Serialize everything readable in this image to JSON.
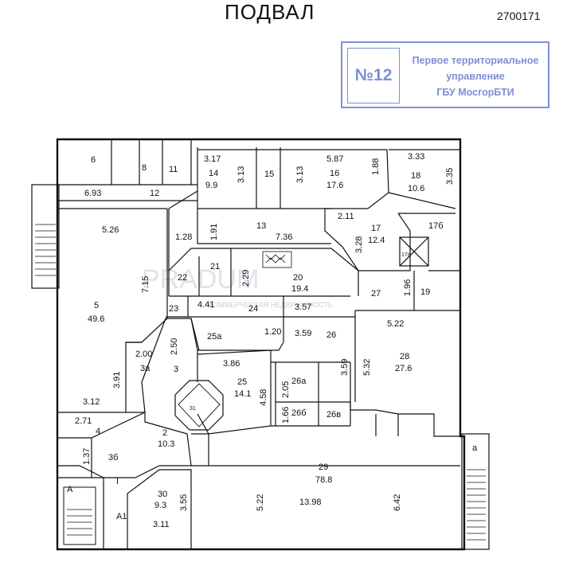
{
  "header": {
    "title": "ПОДВАЛ",
    "code": "2700171"
  },
  "stamp": {
    "number": "№12",
    "line1": "Первое территориальное",
    "line2": "управление",
    "line3": "ГБУ МосгорБТИ"
  },
  "watermark": {
    "brand": "PRADUM",
    "tagline": "КОММЕРЧЕСКАЯ НЕДВИЖИМОСТЬ"
  },
  "labels": {
    "r6": "6",
    "r8": "8",
    "r11": "11",
    "r12": "12",
    "d693": "6.93",
    "d317": "3.17",
    "r14": "14",
    "a99": "9.9",
    "d313a": "3.13",
    "r15": "15",
    "d313b": "3.13",
    "r16": "16",
    "a176": "17.6",
    "d587": "5.87",
    "d188": "1.88",
    "d333": "3.33",
    "r18": "18",
    "a106": "10.6",
    "d335": "3.35",
    "d526": "5.26",
    "d128": "1.28",
    "d191": "1.91",
    "r13": "13",
    "d736": "7.36",
    "d211": "2.11",
    "r17": "17",
    "a124": "12.4",
    "d328": "3.28",
    "r17b": "17б",
    "r17a": "17а",
    "r21": "21",
    "d229": "2.29",
    "r22": "22",
    "r20": "20",
    "a194": "19.4",
    "r27": "27",
    "d196": "1.96",
    "r19": "19",
    "d715": "7.15",
    "r5": "5",
    "a496": "49.6",
    "r23": "23",
    "d441": "4.41",
    "r24": "24",
    "d357": "3.57",
    "r25a": "25а",
    "d120": "1.20",
    "d359a": "3.59",
    "r26": "26",
    "d522": "5.22",
    "d250": "2.50",
    "d200": "2.00",
    "r3a": "3а",
    "d391": "3.91",
    "r3": "3",
    "d386": "3.86",
    "r25": "25",
    "a141": "14.1",
    "d205": "2.05",
    "r26a": "26а",
    "d359b": "3.59",
    "d532": "5.32",
    "r28": "28",
    "a276": "27.6",
    "d312": "3.12",
    "r31": "31",
    "d458": "4.58",
    "d166": "1.66",
    "r26b": "26б",
    "r26v": "26в",
    "d271": "2.71",
    "r4": "4",
    "r2": "2",
    "a103": "10.3",
    "d137": "1.37",
    "r3b": "3б",
    "r29": "29",
    "a788": "78.8",
    "ra": "а",
    "rA": "А",
    "rI": "I",
    "rA1": "А1",
    "r30": "30",
    "a93": "9.3",
    "d355": "3.55",
    "d522b": "5.22",
    "d1398": "13.98",
    "d642": "6.42",
    "d311": "3.11"
  }
}
